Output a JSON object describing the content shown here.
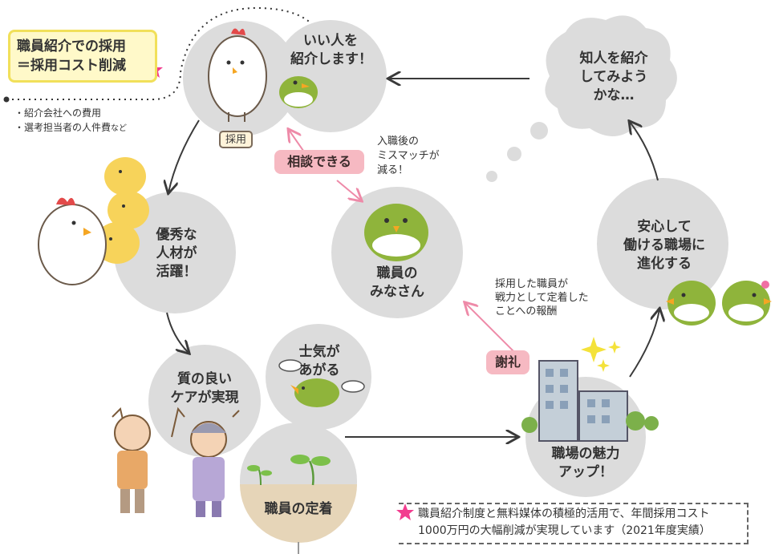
{
  "callout": {
    "line1": "職員紹介での採用",
    "line2": "＝採用コスト削減"
  },
  "cost_items": [
    "・紹介会社への費用",
    "・選考担当者の人件費"
  ],
  "cost_items_suffix": "など",
  "hire_tag": "採用",
  "referral_text": [
    "いい人を",
    "紹介します！"
  ],
  "thought_text": [
    "知人を紹介",
    "してみよう",
    "かな…"
  ],
  "consult_pill": "相談できる",
  "mismatch_text": [
    "入職後の",
    "ミスマッチが",
    "減る！"
  ],
  "staff_center": [
    "職員の",
    "みなさん"
  ],
  "excellent_text": [
    "優秀な",
    "人材が",
    "活躍！"
  ],
  "evolve_text": [
    "安心して",
    "働ける職場に",
    "進化する"
  ],
  "reward_desc": [
    "採用した職員が",
    "戦力として定着した",
    "ことへの報酬"
  ],
  "reward_pill": "謝礼",
  "morale_text": [
    "士気が",
    "あがる"
  ],
  "care_text": [
    "質の良い",
    "ケアが実現"
  ],
  "retention_text": "職員の定着",
  "appeal_text": [
    "職場の魅力",
    "アップ！"
  ],
  "note": {
    "line1": "職員紹介制度と無料媒体の積極的活用で、年間採用コスト",
    "line2": "1000万円の大幅削減が実現しています（2021年度実績）"
  },
  "colors": {
    "circle_gray": "#dcdcdc",
    "pink": "#f6b9c2",
    "pink_star": "#f23d8f",
    "yellow_box": "#fff9c9",
    "bird_green": "#8fb43b",
    "soil": "#e6d5b8"
  }
}
